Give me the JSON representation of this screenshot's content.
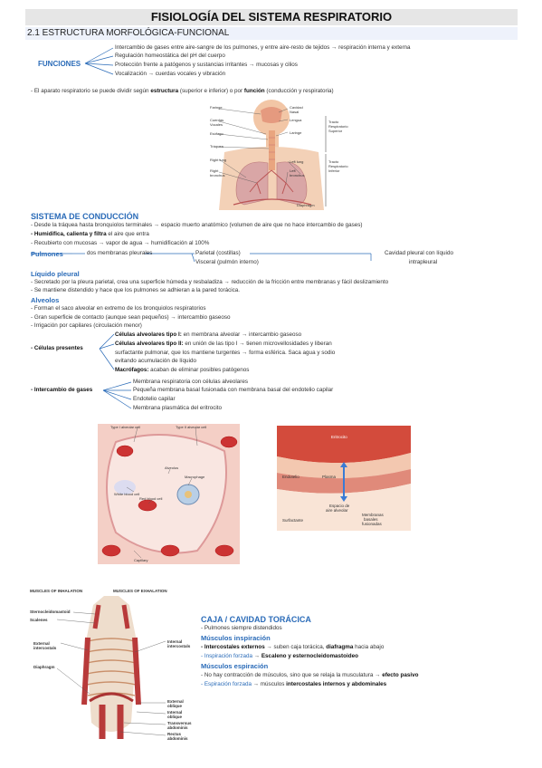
{
  "title": "FISIOLOGÍA DEL SISTEMA RESPIRATORIO",
  "subtitle": "2.1 ESTRUCTURA MORFOLÓGICA-FUNCIONAL",
  "funciones": {
    "label": "FUNCIONES",
    "items": [
      "Intercambio de gases entre aire-sangre de los pulmones, y entre aire-resto de tejidos → respiración interna y externa",
      "Regulación homeostática del pH del cuerpo",
      "Protección frente a patógenos y sustancias irritantes → mucosas y cilios",
      "Vocalización → cuerdas vocales y vibración"
    ]
  },
  "intro": {
    "prefix": "- El aparato respiratorio se puede dividir según ",
    "b1": "estructura",
    "mid": " (superior e inferior) o por ",
    "b2": "función",
    "suffix": " (conducción y respiratoria)"
  },
  "fig1": {
    "labels_left": [
      "Faringe",
      "Cuerdas",
      "Vocales",
      "Esófago",
      "Tráquea",
      "Right lung",
      "Right",
      "bronchus"
    ],
    "labels_mid": [
      "Cavidad",
      "Nasal",
      "Lengua",
      "Laringe",
      "Left lung",
      "Left",
      "bronchus",
      "Diaphragm"
    ],
    "labels_right": [
      "Tracto",
      "Respiratorio",
      "Superior",
      "Tracto",
      "Respiratorio",
      "Inferior"
    ]
  },
  "conduccion": {
    "header": "SISTEMA DE CONDUCCIÓN",
    "l1": "- Desde la tráquea hasta bronquiolos terminales → espacio muerto anatómico (volumen de aire que no hace intercambio de gases)",
    "l2_b": "- Humidifica, calienta y filtra",
    "l2_r": " el aire que entra",
    "l3": "- Recubierto con mucosas → vapor de agua → humidificación al 100%",
    "pulmones_label": "Pulmones",
    "pulmones_mid": "dos membranas pleurales",
    "parietal": "Parietal (costillas)",
    "visceral": "Visceral (pulmón interno)",
    "cavidad1": "Cavidad pleural con líquido",
    "cavidad2": "intrapleural"
  },
  "liquido": {
    "header": "Líquido pleural",
    "l1": "- Secretado por la pleura parietal, crea una superficie húmeda y resbaladiza → reducción de la fricción entre membranas y fácil deslizamiento",
    "l2": "- Se mantiene distendido y hace que los pulmones se adhieran a la pared torácica."
  },
  "alveolos": {
    "header": "Alveolos",
    "l1": "- Forman el saco alveolar en extremo de los bronquiolos respiratorios",
    "l2": "- Gran superficie de contacto (aunque sean pequeños) → intercambio gaseoso",
    "l3": "- Irrigación por capilares (circulación menor)",
    "celulas_label": "- Células presentes",
    "t1_b": "Células alveolares tipo I:",
    "t1_r": " en membrana alveolar → intercambio gaseoso",
    "t2_b": "Células alveolares tipo II:",
    "t2_r": " en unión de las tipo I → tienen microvellosidades y liberan",
    "t2_l2": "surfactante pulmonar, que los mantiene turgentes → forma esférica. Saca agua y sodio",
    "t2_l3": "evitando acumulación de líquido",
    "mac_b": "Macrófagos:",
    "mac_r": " acaban de eliminar posibles patógenos",
    "inter_label": "- Intercambio de gases",
    "inter_items": [
      "Membrana respiratoria con células alveolares",
      "Pequeña membrana basal fusionada con membrana basal del endotelio capilar",
      "Endotelio capilar",
      "Membrana plasmática del eritrocito"
    ]
  },
  "fig2": {
    "labels": [
      "Type I alveolar cell",
      "Type II alveolar cell",
      "Alveolus",
      "Macrophage",
      "White blood cell",
      "Red blood cell",
      "Capillary"
    ]
  },
  "fig3": {
    "labels": [
      "Eritrocito",
      "Endotelio",
      "Plasma",
      "Espacio de",
      "aire alveolar",
      "Surfactante",
      "Membranas",
      "basales",
      "fusionadas"
    ]
  },
  "fig4": {
    "head_left": "MUSCLES OF INHALATION",
    "head_right": "MUSCLES OF EXHALATION",
    "left": [
      "Sternocleidomastoid",
      "Scalenes",
      "External",
      "intercostals",
      "Diaphragm"
    ],
    "right": [
      "Internal",
      "intercostals",
      "External",
      "oblique",
      "Internal",
      "oblique",
      "Transversus",
      "abdominis",
      "Rectus",
      "abdominis"
    ]
  },
  "caja": {
    "header": "CAJA / CAVIDAD TORÁCICA",
    "l1": "- Pulmones siempre distendidos",
    "insp_h": "Músculos inspiración",
    "i1_b": "- Intercostales externos",
    "i1_r": " → suben caja torácica, ",
    "i1_b2": "diafragma",
    "i1_r2": " hacia abajo",
    "i2_blue": "- Inspiración forzada",
    "i2_r": " → ",
    "i2_b": "Escaleno y esternocleidomastoideo",
    "esp_h": "Músculos espiración",
    "e1_r": "- No hay contracción de músculos, sino que se relaja la musculatura → ",
    "e1_b": "efecto pasivo",
    "e2_blue": "- Espiración forzada",
    "e2_r": " → músculos ",
    "e2_b": "intercostales internos y abdominales"
  }
}
